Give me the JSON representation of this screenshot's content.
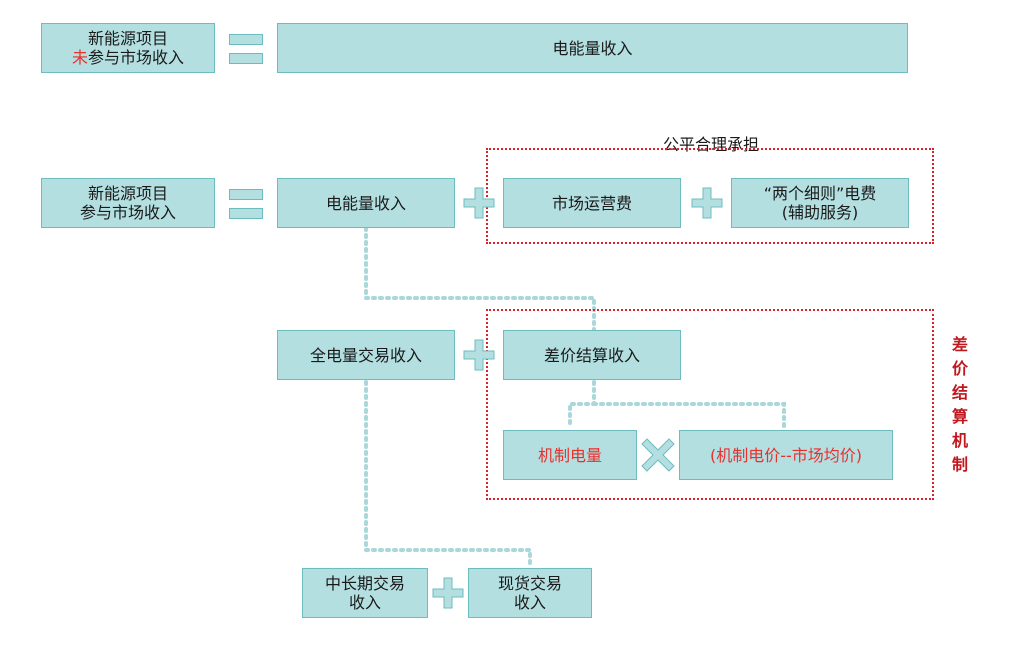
{
  "row1": {
    "left_line1": "新能源项目",
    "left_line2_red": "未",
    "left_line2_rest": "参与市场收入",
    "right": "电能量收入"
  },
  "row2": {
    "left_line1": "新能源项目",
    "left_line2": "参与市场收入",
    "energy": "电能量收入",
    "market_fee": "市场运营费",
    "rules_fee_line1": "“两个细则”电费",
    "rules_fee_line2": "(辅助服务)",
    "fair_label": "公平合理承担"
  },
  "row3": {
    "full_trade": "全电量交易收入",
    "diff_settle": "差价结算收入",
    "mech_label": "差价结算机制"
  },
  "row4": {
    "mech_energy": "机制电量",
    "mech_price": "(机制电价--市场均价)"
  },
  "row5": {
    "long_term_line1": "中长期交易",
    "long_term_line2": "收入",
    "spot_line1": "现货交易",
    "spot_line2": "收入"
  },
  "colors": {
    "box_fill": "#b4dfe1",
    "box_border": "#6cbcc0",
    "highlight_red": "#e8302e",
    "frame_red": "#d8232a"
  }
}
